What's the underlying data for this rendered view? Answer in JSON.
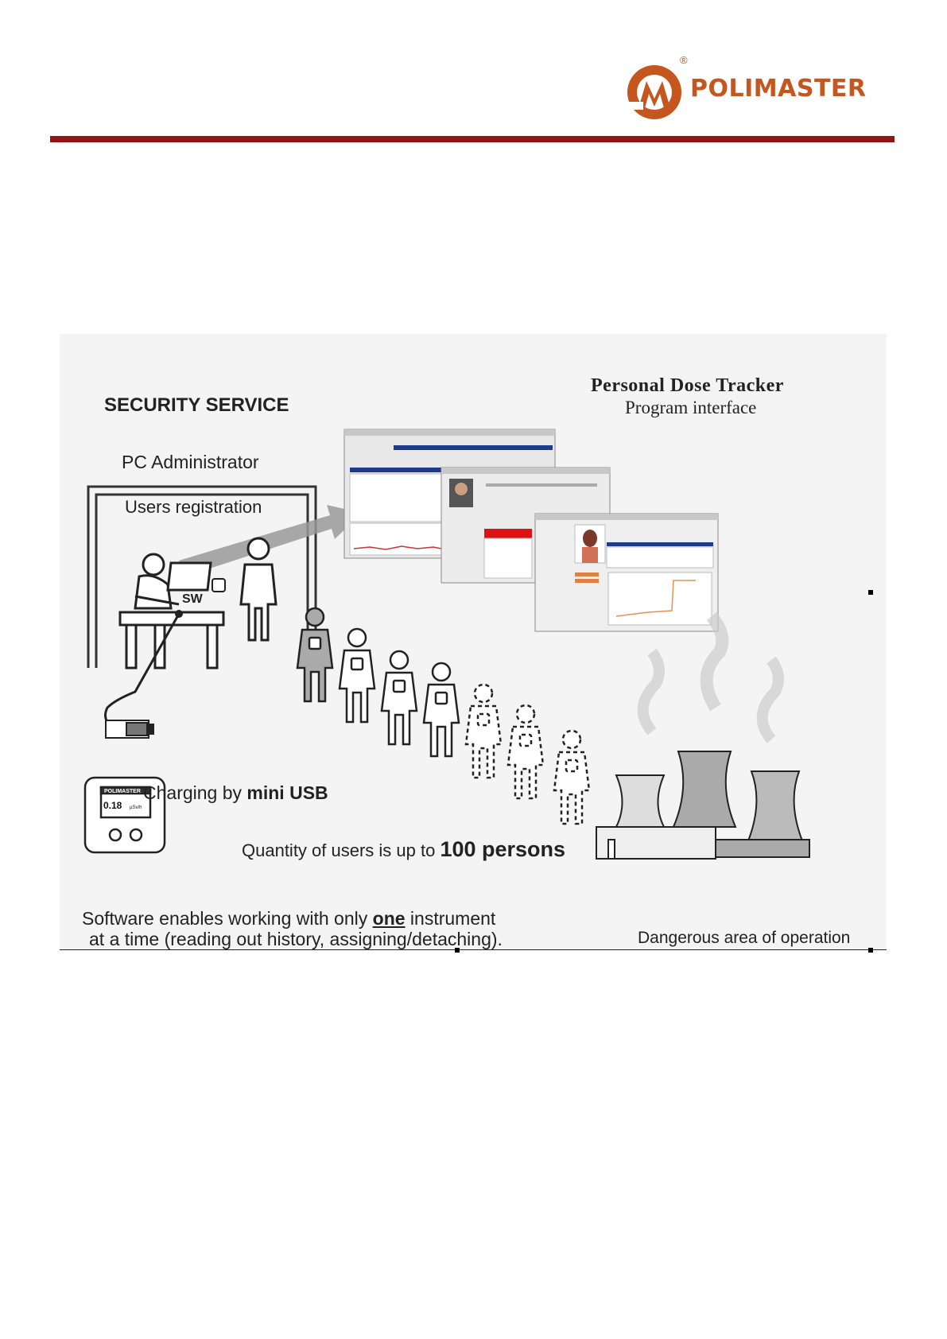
{
  "header": {
    "logo_text": "POLIMASTER",
    "registered_mark": "®"
  },
  "diagram": {
    "security_service": "SECURITY SERVICE",
    "pc_administrator": "PC Administrator",
    "users_registration": "Users registration",
    "sw_label": "SW",
    "pdt_title": "Personal Dose Tracker",
    "pdt_subtitle": "Program interface",
    "charging_prefix": "Charging by ",
    "charging_bold": "mini USB",
    "quantity_prefix": "Quantity of users is up to ",
    "quantity_bold": "100 persons",
    "software_line1_prefix": "Software enables working with only ",
    "software_line1_bold": "one",
    "software_line1_suffix": " instrument",
    "software_line2": "at a time (reading out history, assigning/detaching).",
    "dangerous_area": "Dangerous area of operation",
    "device_brand": "POLIMASTER",
    "device_reading": "0.18",
    "device_unit": "µSv/h"
  },
  "colors": {
    "brand_orange": "#c4561e",
    "header_rule": "#8e1616"
  }
}
